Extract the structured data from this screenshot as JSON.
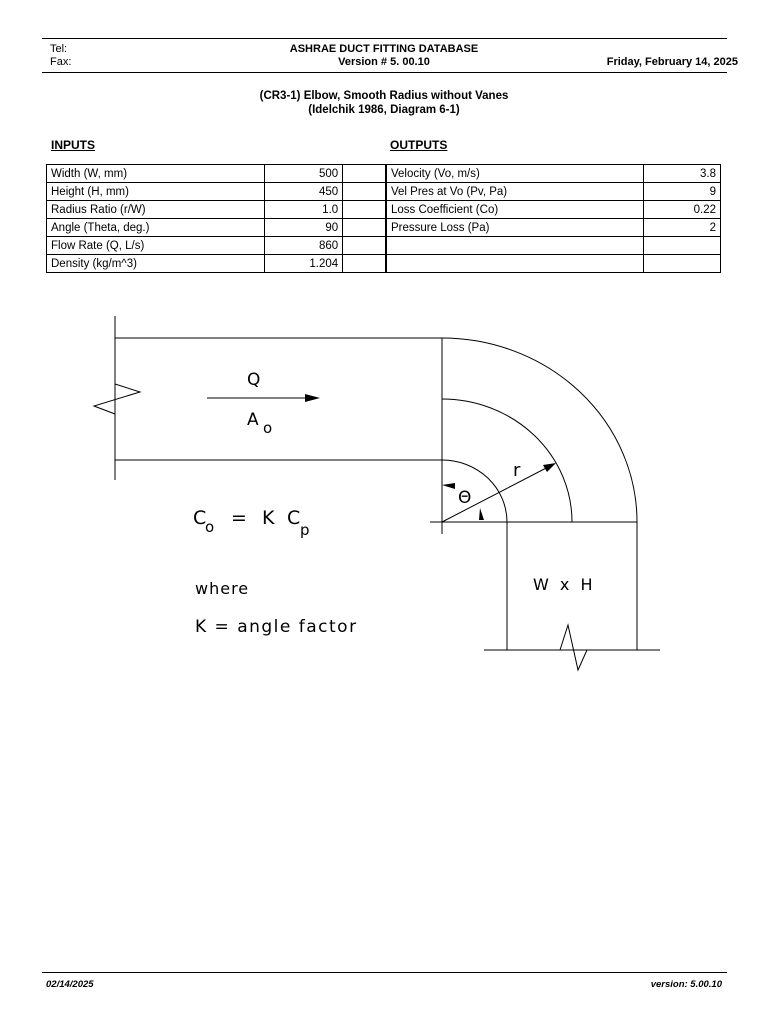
{
  "header": {
    "tel_label": "Tel:",
    "fax_label": "Fax:",
    "db_title": "ASHRAE DUCT FITTING DATABASE",
    "version_line": "Version # 5. 00.10",
    "date": "Friday, February 14, 2025"
  },
  "fitting": {
    "title": "(CR3-1)  Elbow, Smooth Radius without Vanes",
    "reference": "(Idelchik 1986, Diagram 6-1)"
  },
  "inputs": {
    "heading": "INPUTS",
    "rows": [
      {
        "label": "Width (W, mm)",
        "value": "500"
      },
      {
        "label": "Height (H, mm)",
        "value": "450"
      },
      {
        "label": "Radius Ratio (r/W)",
        "value": "1.0"
      },
      {
        "label": "Angle (Theta, deg.)",
        "value": "90"
      },
      {
        "label": "Flow Rate (Q, L/s)",
        "value": "860"
      },
      {
        "label": "Density (kg/m^3)",
        "value": "1.204"
      }
    ]
  },
  "outputs": {
    "heading": "OUTPUTS",
    "rows": [
      {
        "label": "Velocity (Vo, m/s)",
        "value": "3.8"
      },
      {
        "label": "Vel Pres at Vo (Pv, Pa)",
        "value": "9"
      },
      {
        "label": "Loss Coefficient (Co)",
        "value": "0.22"
      },
      {
        "label": "Pressure Loss (Pa)",
        "value": "2"
      },
      {
        "label": "",
        "value": ""
      },
      {
        "label": "",
        "value": ""
      }
    ]
  },
  "diagram": {
    "flow_symbol": "Q",
    "area_symbol": "A",
    "area_subscript": "o",
    "radius_symbol": "r",
    "angle_symbol": "Θ",
    "formula_c": "C",
    "formula_c_sub": "o",
    "formula_eq": "=",
    "formula_k": "K",
    "formula_cp": "C",
    "formula_cp_sub": "p",
    "where_text": "where",
    "k_definition": "K = angle factor",
    "outlet_label": "W x H"
  },
  "footer": {
    "date": "02/14/2025",
    "version": "version: 5.00.10"
  }
}
